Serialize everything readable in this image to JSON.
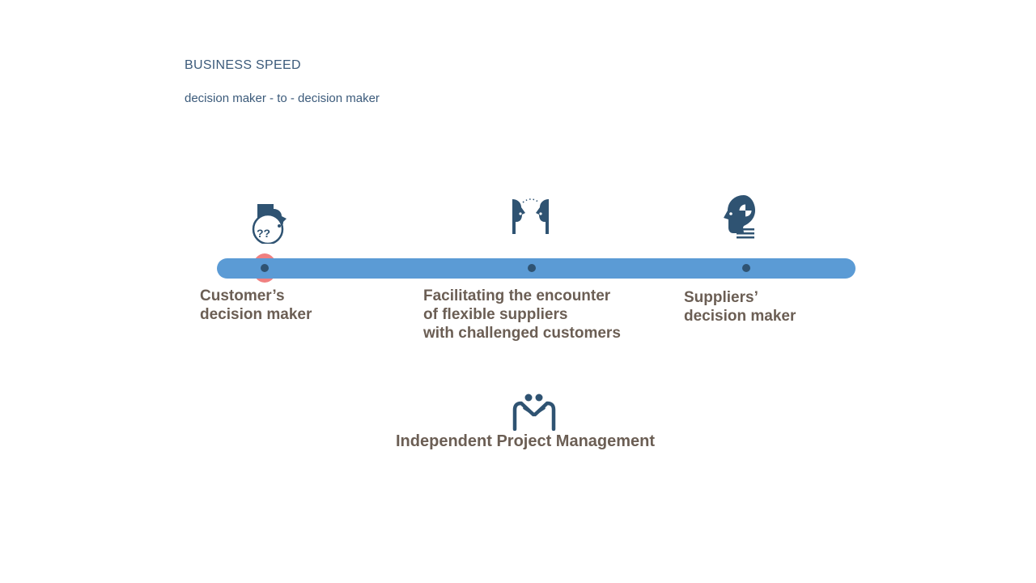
{
  "header": {
    "title": "BUSINESS SPEED",
    "subtitle": "decision maker - to - decision maker"
  },
  "timeline": {
    "stages": [
      {
        "label": "Customer’s\ndecision maker",
        "icon": "confused-head-icon"
      },
      {
        "label": "Facilitating the encounter\nof flexible suppliers\nwith challenged customers",
        "icon": "facing-heads-icon"
      },
      {
        "label": "Suppliers’\ndecision maker",
        "icon": "thinking-head-icon"
      }
    ]
  },
  "footer": {
    "label": "Independent Project Management",
    "icon": "handshake-people-icon"
  },
  "colors": {
    "track": "#5b9bd5",
    "icon": "#2f5372",
    "label": "#6b5e54",
    "heading": "#3b5a7a",
    "highlight": "#f08080"
  }
}
